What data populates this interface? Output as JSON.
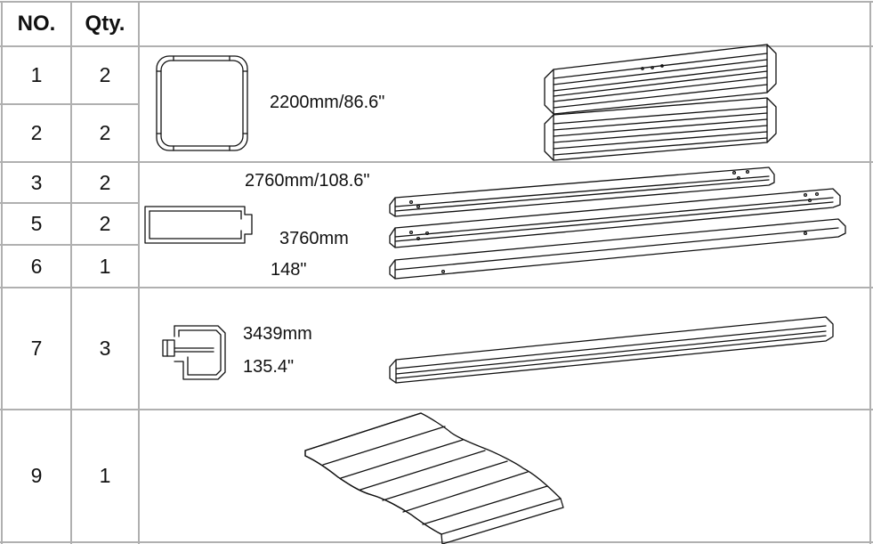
{
  "header": {
    "no": "NO.",
    "qty": "Qty."
  },
  "rows": [
    {
      "no": "1",
      "qty": "2"
    },
    {
      "no": "2",
      "qty": "2"
    },
    {
      "no": "3",
      "qty": "2"
    },
    {
      "no": "5",
      "qty": "2"
    },
    {
      "no": "6",
      "qty": "1"
    },
    {
      "no": "7",
      "qty": "3"
    },
    {
      "no": "9",
      "qty": "1"
    }
  ],
  "dimensions": {
    "posts": "2200mm/86.6\"",
    "beam_short": "2760mm/108.6\"",
    "beam_long_mm": "3760mm",
    "beam_long_in": "148\"",
    "gutter_mm": "3439mm",
    "gutter_in": "135.4\""
  }
}
